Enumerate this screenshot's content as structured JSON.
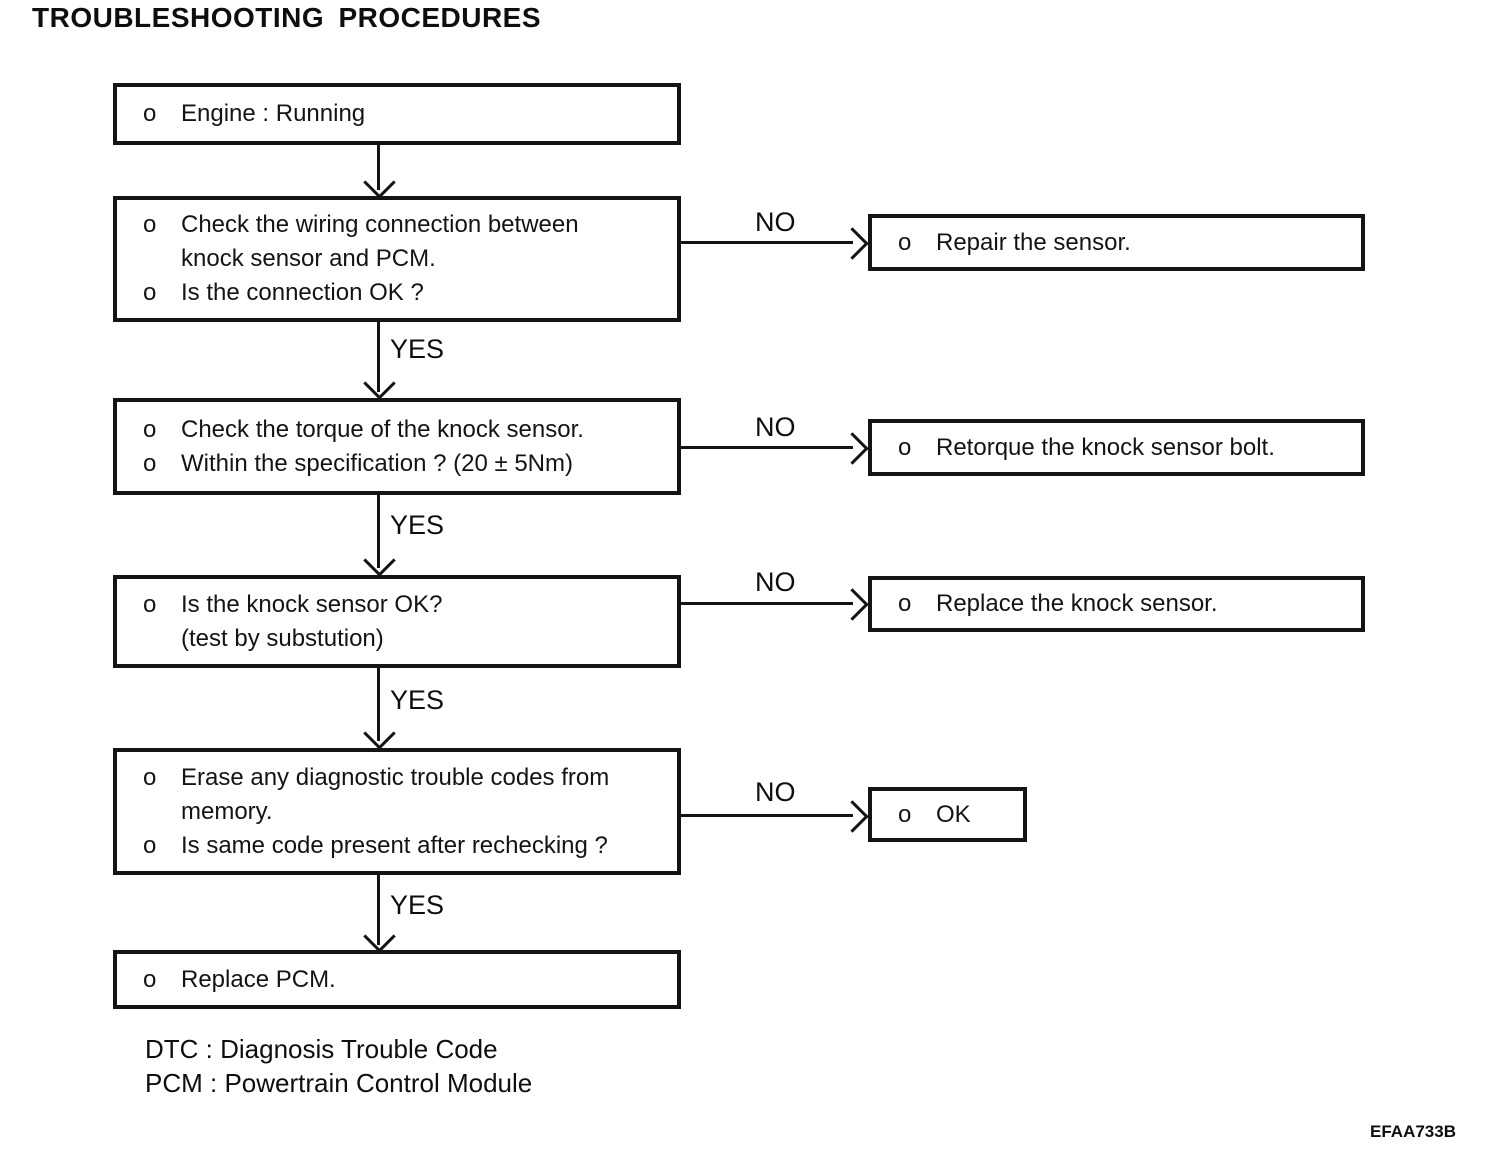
{
  "title": "TROUBLESHOOTING PROCEDURES",
  "labels": {
    "yes": "YES",
    "no": "NO"
  },
  "flow": {
    "steps": [
      {
        "lines": [
          {
            "b": "o",
            "t": "Engine : Running"
          }
        ]
      },
      {
        "lines": [
          {
            "b": "o",
            "t": "Check the wiring connection between"
          },
          {
            "b": "",
            "t": "knock sensor and PCM."
          },
          {
            "b": "o",
            "t": "Is the connection OK ?"
          }
        ]
      },
      {
        "lines": [
          {
            "b": "o",
            "t": "Check the torque of the knock sensor."
          },
          {
            "b": "o",
            "t": "Within the specification ? (20 ± 5Nm)"
          }
        ]
      },
      {
        "lines": [
          {
            "b": "o",
            "t": "Is the knock sensor OK?"
          },
          {
            "b": "",
            "t": "(test by substution)"
          }
        ]
      },
      {
        "lines": [
          {
            "b": "o",
            "t": "Erase any diagnostic trouble codes from"
          },
          {
            "b": "",
            "t": "memory."
          },
          {
            "b": "o",
            "t": "Is same code present after rechecking ?"
          }
        ]
      },
      {
        "lines": [
          {
            "b": "o",
            "t": "Replace PCM."
          }
        ]
      }
    ],
    "no_actions": [
      {
        "b": "o",
        "t": "Repair the sensor."
      },
      {
        "b": "o",
        "t": "Retorque the knock sensor bolt."
      },
      {
        "b": "o",
        "t": "Replace the knock sensor."
      },
      {
        "b": "o",
        "t": "OK"
      }
    ]
  },
  "footnotes": [
    "DTC : Diagnosis Trouble Code",
    "PCM : Powertrain Control Module"
  ],
  "figure_code": "EFAA733B"
}
